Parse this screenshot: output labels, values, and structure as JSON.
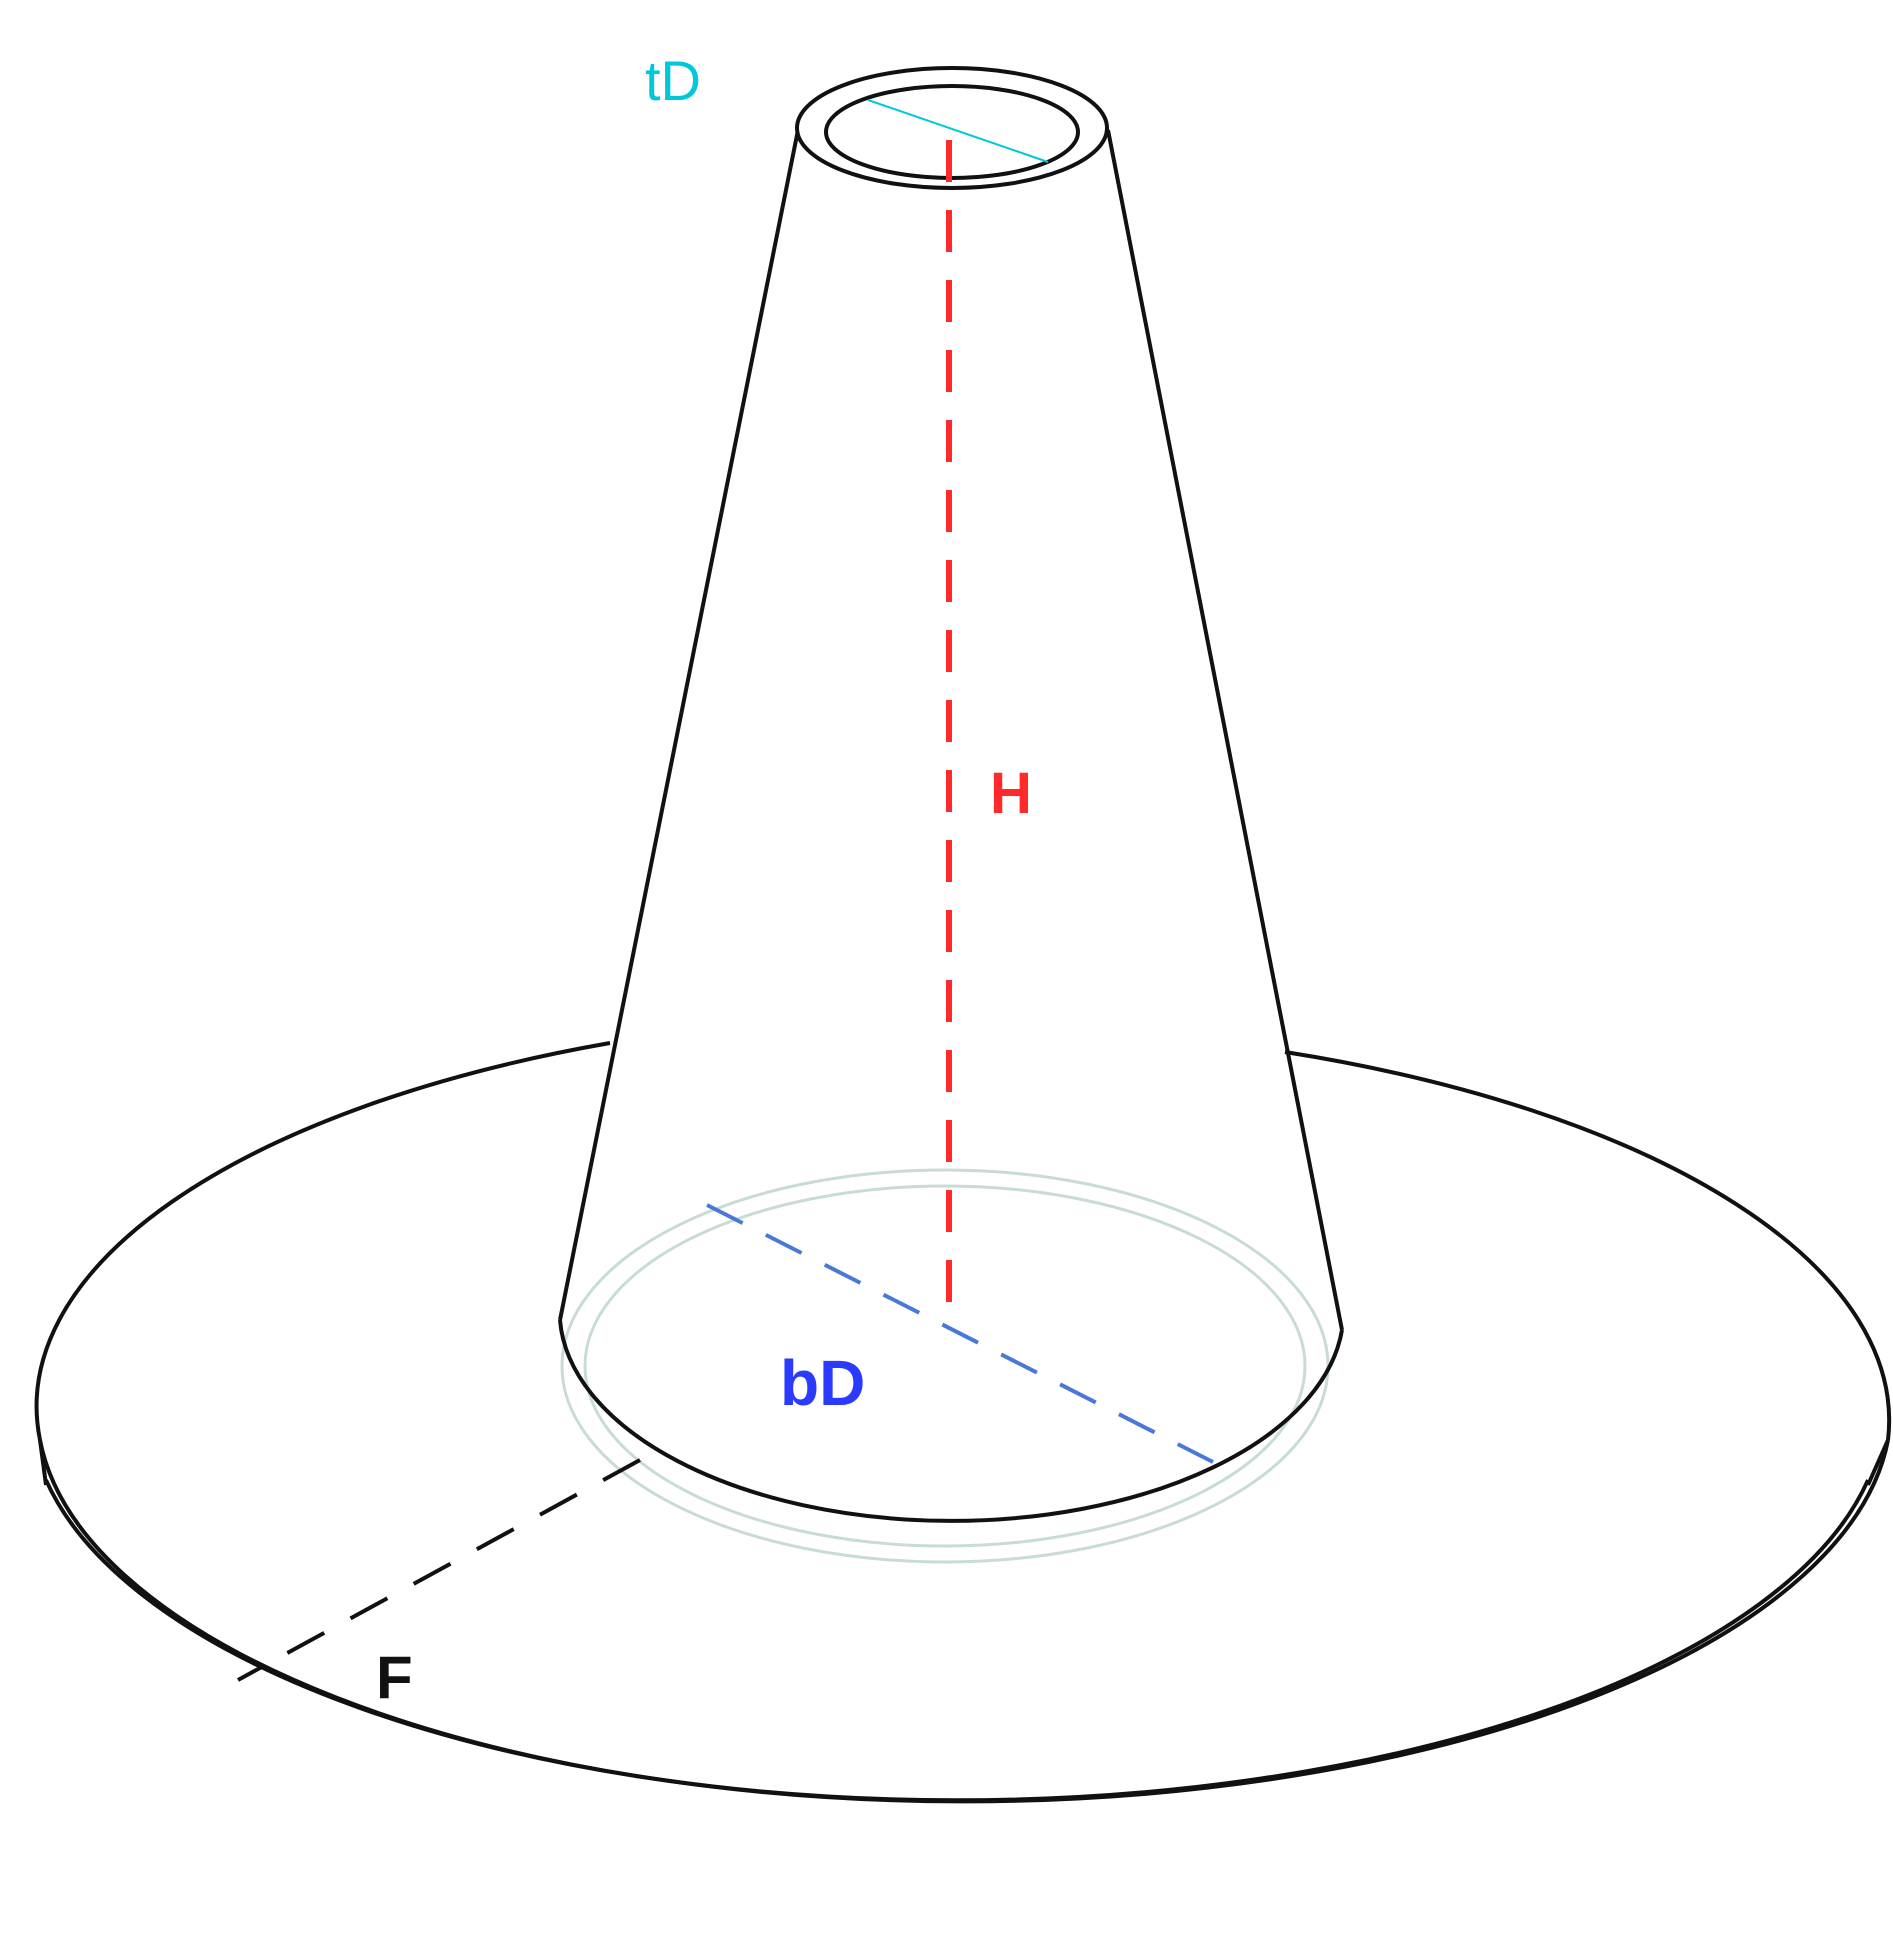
{
  "labels": {
    "top_diameter": "tD",
    "height": "H",
    "bottom_diameter": "bD",
    "flange": "F"
  },
  "colors": {
    "outline": "#111111",
    "top_diameter": "#00c8d8",
    "height": "#ff2a2a",
    "bottom_diameter": "#2a3bff",
    "bottom_diameter_line": "#4a78d8",
    "flange_line": "#111111",
    "hidden_base_ring": "#c8dcd4"
  }
}
